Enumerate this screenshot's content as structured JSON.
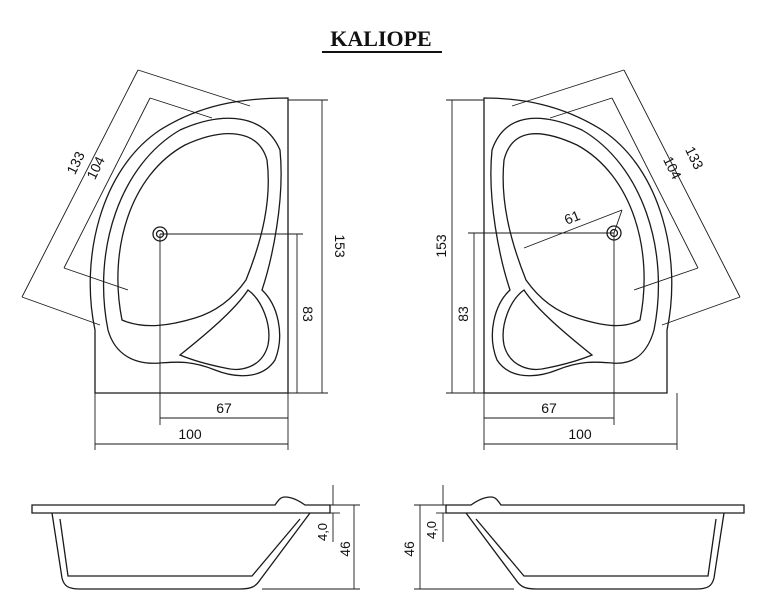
{
  "title": "KALIOPE",
  "left_plan": {
    "dims": {
      "diag_outer": "133",
      "diag_inner": "104",
      "height": "153",
      "drain_height": "83",
      "drain_offset": "67",
      "width": "100"
    }
  },
  "right_plan": {
    "dims": {
      "diag_outer": "133",
      "diag_inner": "104",
      "drain_diag": "61",
      "height": "153",
      "drain_height": "83",
      "drain_offset": "67",
      "width": "100"
    }
  },
  "left_profile": {
    "dims": {
      "rim": "4,0",
      "depth": "46"
    }
  },
  "right_profile": {
    "dims": {
      "rim": "4,0",
      "depth": "46"
    }
  },
  "colors": {
    "line": "#1a1a1a",
    "background": "#ffffff"
  }
}
